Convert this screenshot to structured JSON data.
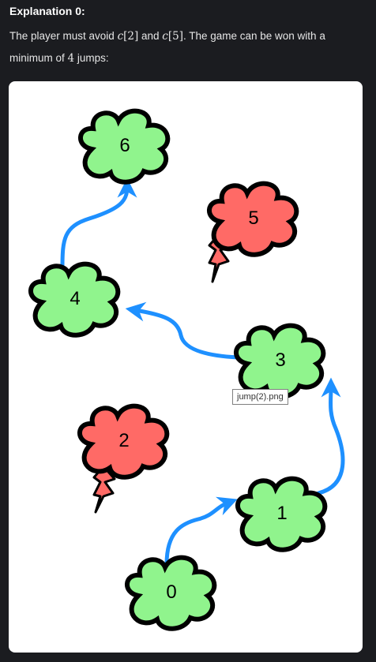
{
  "explanation": {
    "heading": "Explanation 0:",
    "line_prefix": "The player must avoid ",
    "c2_var": "c",
    "c2_index": "[2]",
    "and_text": " and ",
    "c5_var": "c",
    "c5_index": "[5]",
    "line_mid": ". The game can be won with a minimum of ",
    "jumps_number": "4",
    "line_suffix": " jumps:"
  },
  "figure": {
    "tooltip": "jump(2).png",
    "colors": {
      "safe_cloud": "#90f48d",
      "thunder_cloud": "#ff6a66",
      "arrow": "#1e90ff",
      "outline": "#000000"
    },
    "clouds": [
      {
        "label": "0",
        "kind": "safe"
      },
      {
        "label": "1",
        "kind": "safe"
      },
      {
        "label": "2",
        "kind": "thunder"
      },
      {
        "label": "3",
        "kind": "safe"
      },
      {
        "label": "4",
        "kind": "safe"
      },
      {
        "label": "5",
        "kind": "thunder"
      },
      {
        "label": "6",
        "kind": "safe"
      }
    ]
  }
}
